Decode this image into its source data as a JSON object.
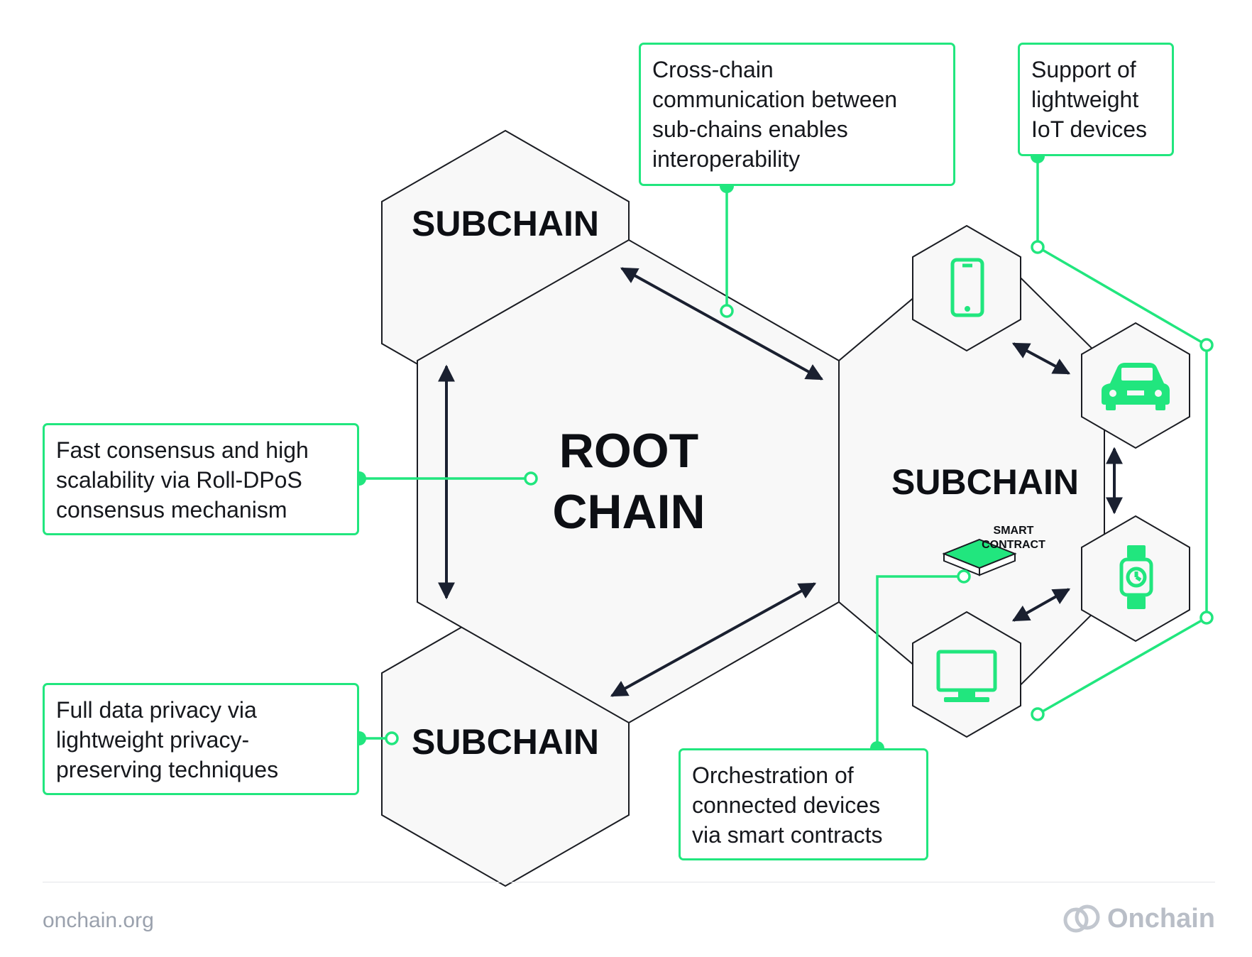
{
  "hexagons": {
    "root_line1": "ROOT",
    "root_line2": "CHAIN",
    "subchain_top": "SUBCHAIN",
    "subchain_right": "SUBCHAIN",
    "subchain_bottom": "SUBCHAIN"
  },
  "smart_contract": {
    "line1": "SMART",
    "line2": "CONTRACT"
  },
  "callouts": {
    "cross_chain": [
      "Cross-chain",
      "communication between",
      "sub-chains enables",
      "interoperability"
    ],
    "iot_support": [
      "Support of",
      "lightweight",
      "IoT devices"
    ],
    "fast_consensus": [
      "Fast consensus and high",
      "scalability via Roll-DPoS",
      "consensus mechanism"
    ],
    "privacy": [
      "Full data privacy via",
      "lightweight privacy-",
      "preserving techniques"
    ],
    "orchestration": [
      "Orchestration of",
      "connected devices",
      "via smart contracts"
    ]
  },
  "device_icons": [
    "phone-icon",
    "car-icon",
    "smartwatch-icon",
    "monitor-icon"
  ],
  "colors": {
    "accent": "#21e67e",
    "ink": "#1a2030",
    "hex_fill": "#f8f8f8"
  },
  "footer": {
    "site": "onchain.org",
    "brand": "Onchain"
  }
}
